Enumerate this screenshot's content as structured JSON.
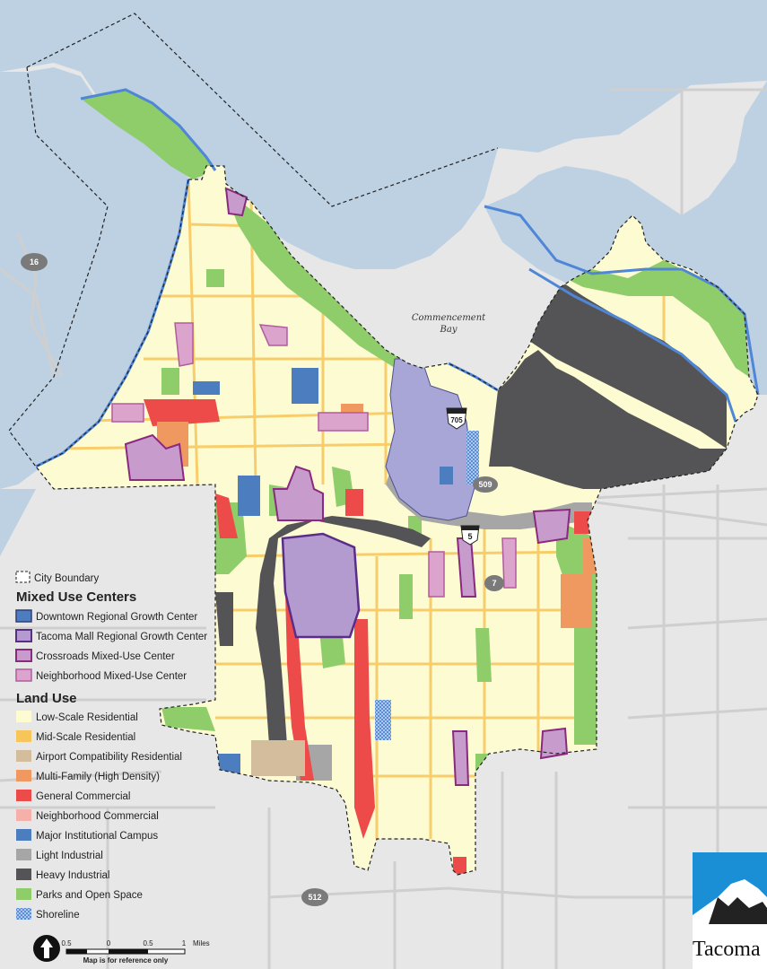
{
  "colors": {
    "water": "#bdd1e3",
    "land_outside": "#e7e7e7",
    "road_outside": "#cfcfcf",
    "low_scale_residential": "#fdfbd2",
    "mid_scale_residential": "#f7c65b",
    "airport_compatibility_residential": "#d4bd9c",
    "multi_family": "#ef9960",
    "general_commercial": "#ec4b4a",
    "neighborhood_commercial": "#f5b1a9",
    "major_institutional": "#4c7ebf",
    "light_industrial": "#a6a6a6",
    "heavy_industrial": "#545456",
    "parks": "#8fcc6a",
    "shoreline": "#4f86d6",
    "downtown_center": "#a7a6d6",
    "mall_center": "#b39bd0",
    "crossroads_center": "#c79ccc",
    "neighborhood_center": "#dba4cc"
  },
  "labels": {
    "bay": [
      "Commencement",
      "Bay"
    ],
    "highways": [
      "16",
      "705",
      "509",
      "5",
      "7",
      "512"
    ]
  },
  "legend": {
    "city_boundary": "City Boundary",
    "mixed_use_title": "Mixed Use Centers",
    "mixed_use_items": [
      "Downtown Regional Growth Center",
      "Tacoma Mall Regional Growth Center",
      "Crossroads Mixed-Use Center",
      "Neighborhood Mixed-Use Center"
    ],
    "land_use_title": "Land Use",
    "land_use_items": [
      "Low-Scale Residential",
      "Mid-Scale Residential",
      "Airport Compatibility Residential",
      "Multi-Family (High Density)",
      "General Commercial",
      "Neighborhood Commercial",
      "Major Institutional Campus",
      "Light Industrial",
      "Heavy Industrial",
      "Parks and Open Space",
      "Shoreline"
    ]
  },
  "scale_bar": {
    "ticks": [
      "0.5",
      "0",
      "0.5",
      "1"
    ],
    "unit": "Miles",
    "note": "Map is for reference only"
  },
  "logo": {
    "text": "Tacoma"
  }
}
